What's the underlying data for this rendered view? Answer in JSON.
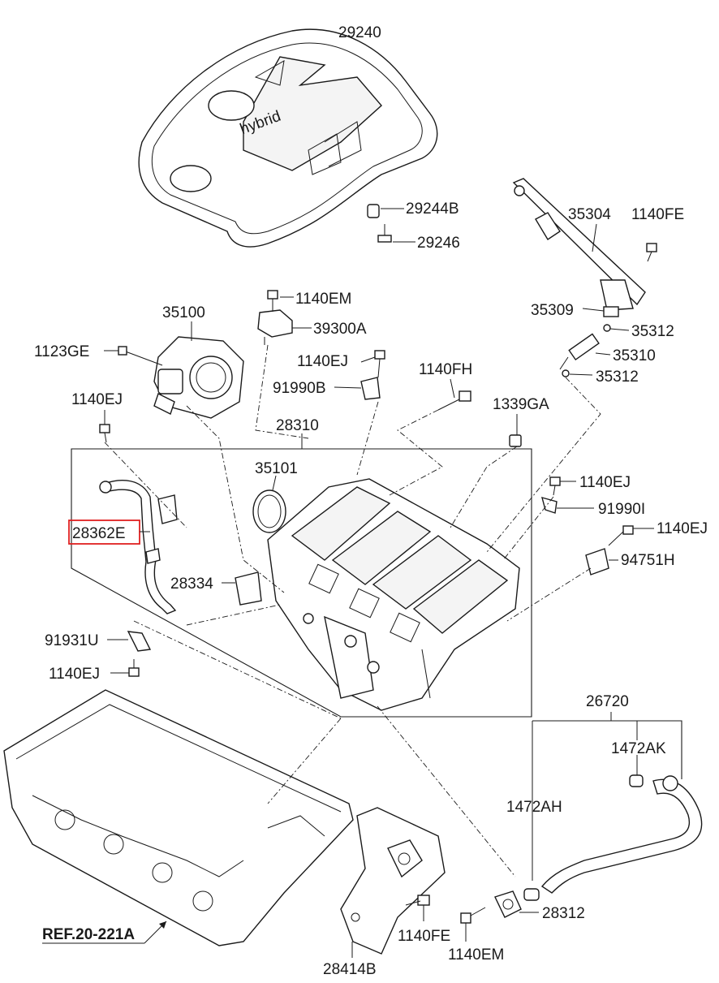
{
  "colors": {
    "ink": "#1a1a1a",
    "highlight": "#e02020",
    "background": "#ffffff"
  },
  "labels": {
    "l29240": "29240",
    "l29244B": "29244B",
    "l29246": "29246",
    "l35304": "35304",
    "l1140FE_top": "1140FE",
    "l35309": "35309",
    "l35312_a": "35312",
    "l35310": "35310",
    "l35312_b": "35312",
    "l35100": "35100",
    "l1140EM_top": "1140EM",
    "l39300A": "39300A",
    "l1123GE": "1123GE",
    "l1140EJ_a": "1140EJ",
    "l91990B": "91990B",
    "l1140FH": "1140FH",
    "l1140EJ_b": "1140EJ",
    "l1339GA": "1339GA",
    "l28310": "28310",
    "l35101": "35101",
    "l1140EJ_c": "1140EJ",
    "l91990I": "91990I",
    "l28362E": "28362E",
    "l1140EJ_d": "1140EJ",
    "l94751H": "94751H",
    "l28334": "28334",
    "l91931U": "91931U",
    "l1140EJ_e": "1140EJ",
    "l26720": "26720",
    "l1472AK": "1472AK",
    "l1472AH": "1472AH",
    "l28312": "28312",
    "l1140FE_bottom": "1140FE",
    "l1140EM_bottom": "1140EM",
    "l28414B": "28414B",
    "ref": "REF.20-221A"
  },
  "cover_text": "hybrid"
}
